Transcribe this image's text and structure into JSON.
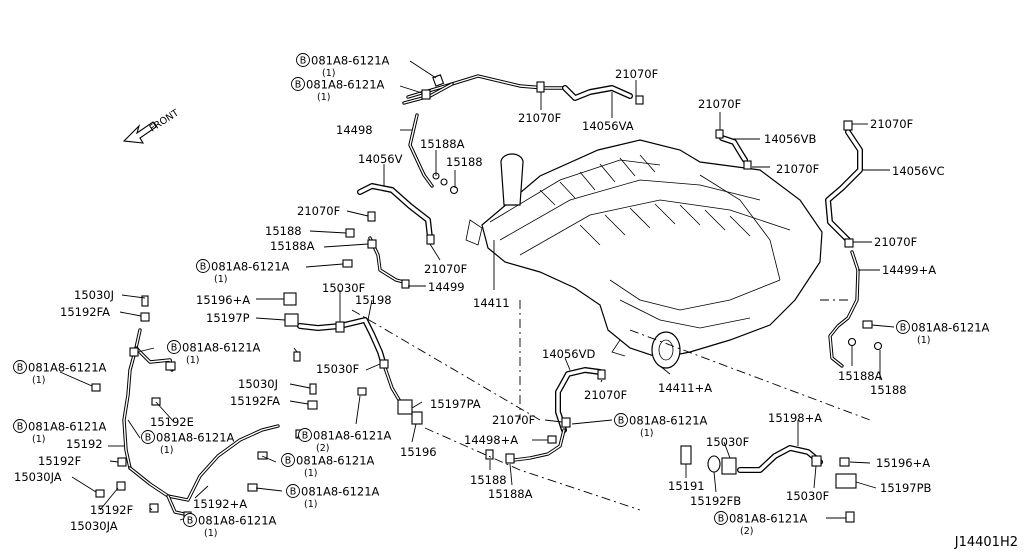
{
  "diagram": {
    "drawing_code": "J14401H2",
    "front_label": "FRONT",
    "bolt_symbol": "B",
    "labels": [
      {
        "id": "l01",
        "text": "081A8-6121A",
        "bolt": true,
        "qty": "(1)"
      },
      {
        "id": "l02",
        "text": "081A8-6121A",
        "bolt": true,
        "qty": "(1)"
      },
      {
        "id": "l03",
        "text": "21070F"
      },
      {
        "id": "l04",
        "text": "14498"
      },
      {
        "id": "l05",
        "text": "21070F"
      },
      {
        "id": "l06",
        "text": "14056VA"
      },
      {
        "id": "l07",
        "text": "15188A"
      },
      {
        "id": "l08",
        "text": "15188"
      },
      {
        "id": "l09",
        "text": "14056V"
      },
      {
        "id": "l10",
        "text": "21070F"
      },
      {
        "id": "l11",
        "text": "15188"
      },
      {
        "id": "l12",
        "text": "15188A"
      },
      {
        "id": "l13",
        "text": "21070F"
      },
      {
        "id": "l14",
        "text": "081A8-6121A",
        "bolt": true,
        "qty": "(1)"
      },
      {
        "id": "l15",
        "text": "14499"
      },
      {
        "id": "l16",
        "text": "14411"
      },
      {
        "id": "l17",
        "text": "21070F"
      },
      {
        "id": "l18",
        "text": "14056VB"
      },
      {
        "id": "l19",
        "text": "21070F"
      },
      {
        "id": "l20",
        "text": "21070F"
      },
      {
        "id": "l21",
        "text": "14056VC"
      },
      {
        "id": "l22",
        "text": "21070F"
      },
      {
        "id": "l23",
        "text": "14499+A"
      },
      {
        "id": "l24",
        "text": "081A8-6121A",
        "bolt": true,
        "qty": "(1)"
      },
      {
        "id": "l25",
        "text": "15188A"
      },
      {
        "id": "l26",
        "text": "15188"
      },
      {
        "id": "l27",
        "text": "15030J"
      },
      {
        "id": "l28",
        "text": "15192FA"
      },
      {
        "id": "l29",
        "text": "15196+A"
      },
      {
        "id": "l30",
        "text": "15030F"
      },
      {
        "id": "l31",
        "text": "15198"
      },
      {
        "id": "l32",
        "text": "15197P"
      },
      {
        "id": "l33",
        "text": "081A8-6121A",
        "bolt": true,
        "qty": "(1)"
      },
      {
        "id": "l34",
        "text": "081A8-6121A",
        "bolt": true,
        "qty": "(1)"
      },
      {
        "id": "l35",
        "text": "15030F"
      },
      {
        "id": "l36",
        "text": "15030J"
      },
      {
        "id": "l37",
        "text": "15192FA"
      },
      {
        "id": "l38",
        "text": "15192E"
      },
      {
        "id": "l39",
        "text": "15197PA"
      },
      {
        "id": "l40",
        "text": "081A8-6121A",
        "bolt": true,
        "qty": "(1)"
      },
      {
        "id": "l41",
        "text": "081A8-6121A",
        "bolt": true,
        "qty": "(1)"
      },
      {
        "id": "l42",
        "text": "081A8-6121A",
        "bolt": true,
        "qty": "(2)"
      },
      {
        "id": "l43",
        "text": "15196"
      },
      {
        "id": "l44",
        "text": "15192"
      },
      {
        "id": "l45",
        "text": "081A8-6121A",
        "bolt": true,
        "qty": "(1)"
      },
      {
        "id": "l46",
        "text": "15192F"
      },
      {
        "id": "l47",
        "text": "15030JA"
      },
      {
        "id": "l48",
        "text": "15192+A"
      },
      {
        "id": "l49",
        "text": "081A8-6121A",
        "bolt": true,
        "qty": "(1)"
      },
      {
        "id": "l50",
        "text": "15192F"
      },
      {
        "id": "l51",
        "text": "15030JA"
      },
      {
        "id": "l52",
        "text": "081A8-6121A",
        "bolt": true,
        "qty": "(1)"
      },
      {
        "id": "l53",
        "text": "14056VD"
      },
      {
        "id": "l54",
        "text": "21070F"
      },
      {
        "id": "l55",
        "text": "14411+A"
      },
      {
        "id": "l56",
        "text": "21070F"
      },
      {
        "id": "l57",
        "text": "081A8-6121A",
        "bolt": true,
        "qty": "(1)"
      },
      {
        "id": "l58",
        "text": "14498+A"
      },
      {
        "id": "l59",
        "text": "15188"
      },
      {
        "id": "l60",
        "text": "15188A"
      },
      {
        "id": "l61",
        "text": "15198+A"
      },
      {
        "id": "l62",
        "text": "15030F"
      },
      {
        "id": "l63",
        "text": "15196+A"
      },
      {
        "id": "l64",
        "text": "15191"
      },
      {
        "id": "l65",
        "text": "15192FB"
      },
      {
        "id": "l66",
        "text": "15030F"
      },
      {
        "id": "l67",
        "text": "15197PB"
      },
      {
        "id": "l68",
        "text": "081A8-6121A",
        "bolt": true,
        "qty": "(2)"
      }
    ]
  }
}
